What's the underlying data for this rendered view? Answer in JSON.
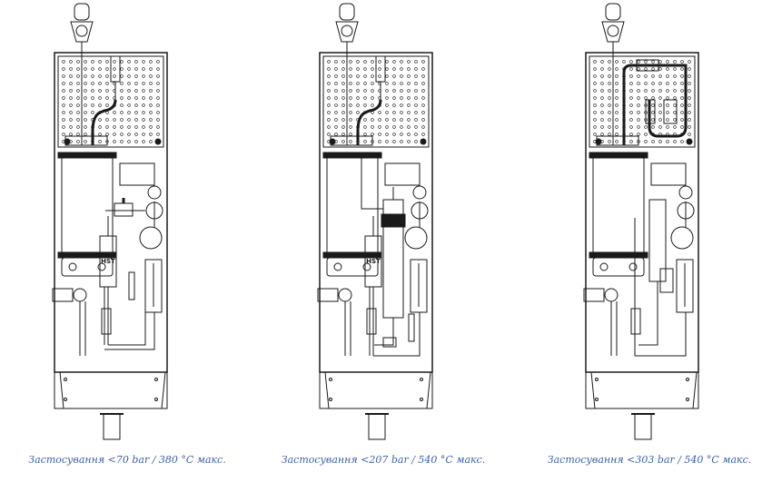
{
  "colors": {
    "caption": "#3b5fa8",
    "line": "#1a1a1a",
    "background": "#ffffff"
  },
  "panels": [
    {
      "caption": "Застосування <70 bar / 380 °C макс.",
      "tag": "HST",
      "variant": "basic"
    },
    {
      "caption": "Застосування <207 bar / 540 °C макс.",
      "tag": "HST",
      "variant": "cooler"
    },
    {
      "caption": "Застосування <303 bar / 540 °C макс.",
      "tag": "",
      "variant": "high-pressure"
    }
  ]
}
